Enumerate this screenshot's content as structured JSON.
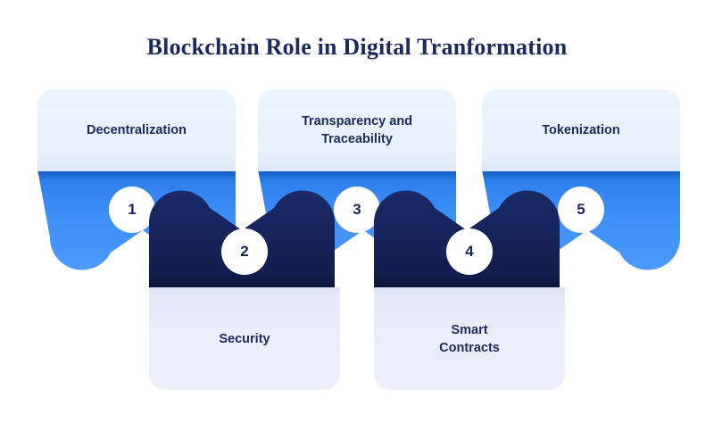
{
  "page": {
    "title": "Blockchain Role in Digital Tranformation",
    "background_color": "#ffffff"
  },
  "theme": {
    "title_color": "#1b2a5e",
    "label_color": "#1b2a5e",
    "badge_text_color": "#16255e",
    "badge_fill": "#ffffff",
    "top_card_fill": "#e9f3fd",
    "top_arrow_fill": "#3d8ef7",
    "top_arrow_fill_dark": "#1c6fd6",
    "bottom_card_fill": "#eaeefb",
    "bottom_arrow_fill": "#16245c",
    "bottom_arrow_fill_dark": "#0d1840"
  },
  "steps": [
    {
      "number": "1",
      "label": "Decentralization",
      "orientation": "top",
      "fill": "#e9f3fd",
      "arrow_fill": "#3d8ef7"
    },
    {
      "number": "2",
      "label": "Security",
      "orientation": "bottom",
      "fill": "#eaeefb",
      "arrow_fill": "#16245c"
    },
    {
      "number": "3",
      "label": "Transparency and\nTraceability",
      "orientation": "top",
      "fill": "#e9f3fd",
      "arrow_fill": "#3d8ef7"
    },
    {
      "number": "4",
      "label": "Smart\nContracts",
      "orientation": "bottom",
      "fill": "#eaeefb",
      "arrow_fill": "#16245c"
    },
    {
      "number": "5",
      "label": "Tokenization",
      "orientation": "top",
      "fill": "#e9f3fd",
      "arrow_fill": "#3d8ef7"
    }
  ]
}
